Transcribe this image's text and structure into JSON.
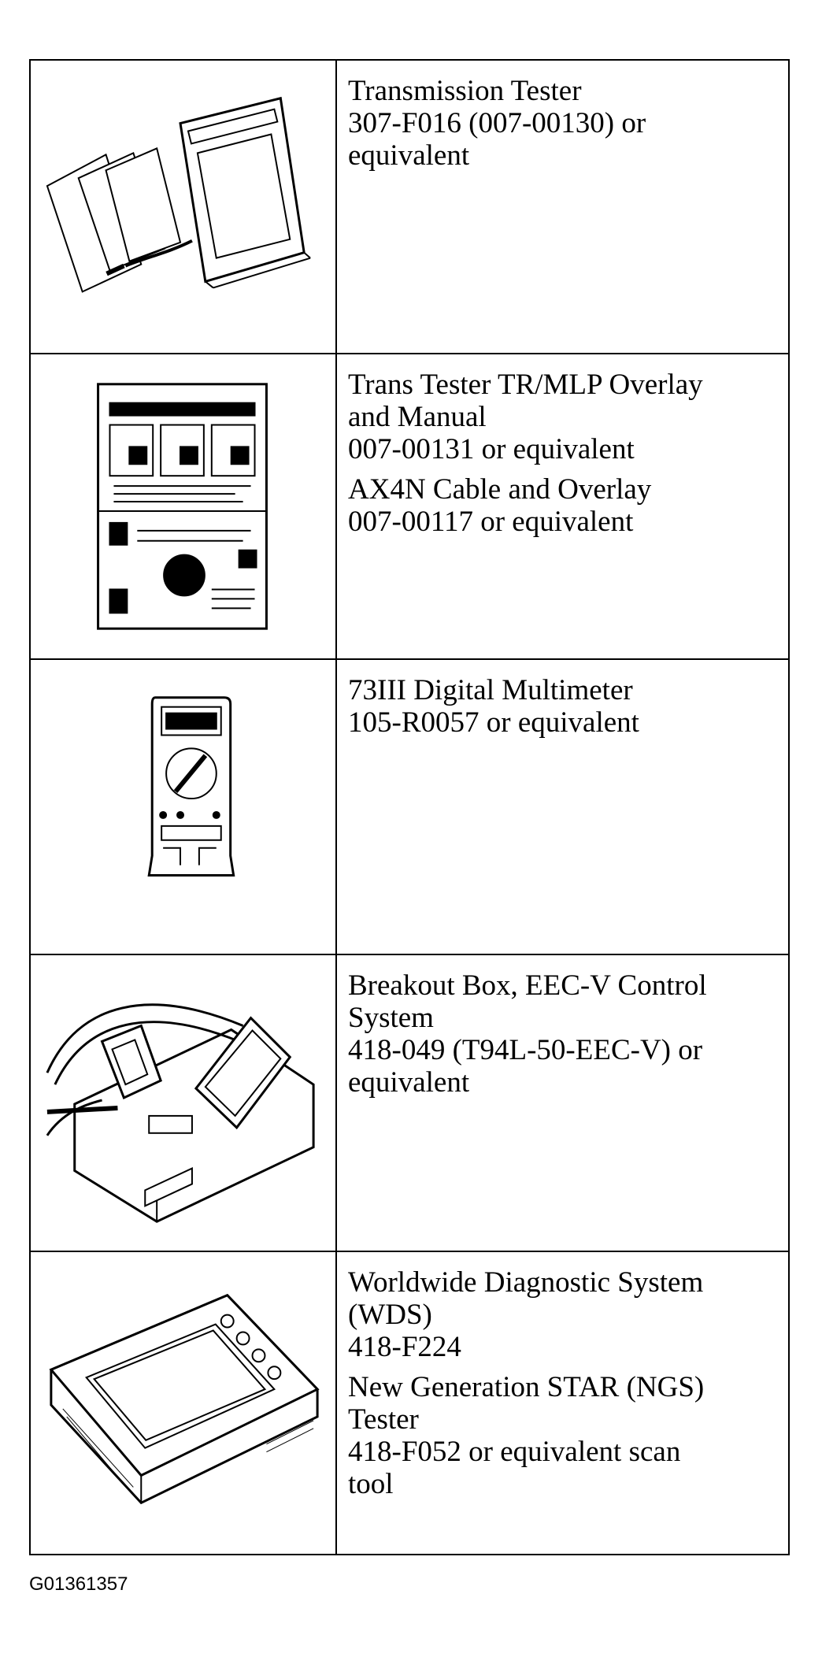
{
  "rows": [
    {
      "icon": "transmission-tester-icon",
      "text_blocks": [
        [
          "Transmission Tester",
          "307-F016 (007-00130) or",
          "equivalent"
        ]
      ]
    },
    {
      "icon": "overlay-manual-icon",
      "text_blocks": [
        [
          "Trans Tester TR/MLP Overlay",
          "and Manual",
          "007-00131 or equivalent"
        ],
        [
          "AX4N Cable and Overlay",
          "007-00117 or equivalent"
        ]
      ]
    },
    {
      "icon": "multimeter-icon",
      "text_blocks": [
        [
          "73III Digital Multimeter",
          "105-R0057 or equivalent"
        ]
      ]
    },
    {
      "icon": "breakout-box-icon",
      "text_blocks": [
        [
          "Breakout Box, EEC-V Control",
          "System",
          "418-049 (T94L-50-EEC-V) or",
          "equivalent"
        ]
      ]
    },
    {
      "icon": "wds-tester-icon",
      "text_blocks": [
        [
          "Worldwide Diagnostic System",
          "(WDS)",
          "418-F224"
        ],
        [
          "New Generation STAR (NGS)",
          "Tester",
          "418-F052 or equivalent scan",
          "tool"
        ]
      ]
    }
  ],
  "figure_id": "G01361357"
}
